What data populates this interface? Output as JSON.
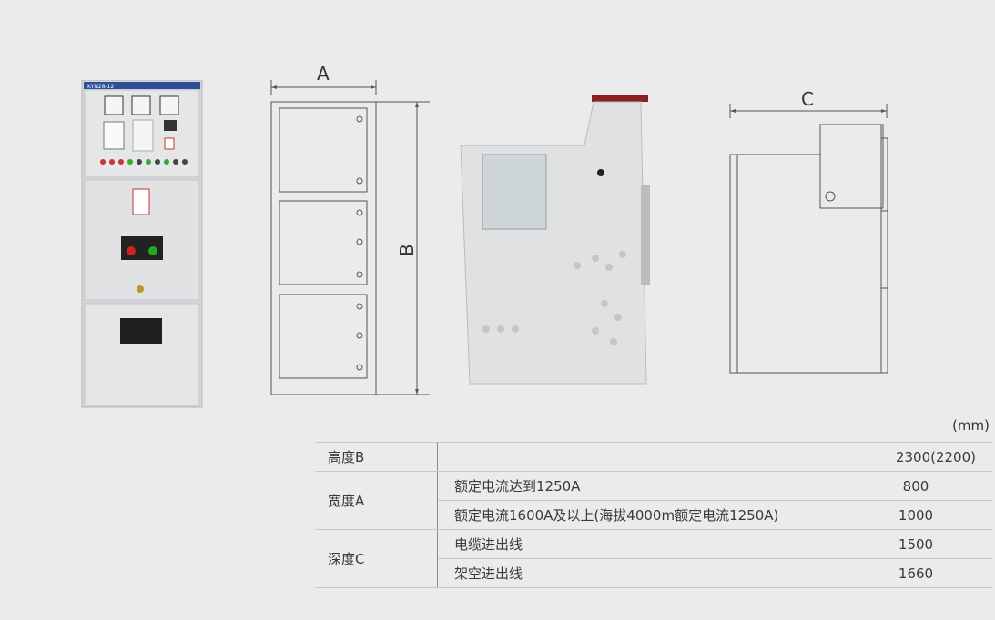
{
  "cabinet_label": "KYN28-12",
  "dimensions": {
    "a": "A",
    "b": "B",
    "c": "C"
  },
  "unit": "(mm)",
  "table": {
    "height_label": "高度B",
    "height_value": "2300(2200)",
    "width_label": "宽度A",
    "width_rows": [
      {
        "condition": "额定电流达到1250A",
        "value": "800"
      },
      {
        "condition": "额定电流1600A及以上(海拔4000m额定电流1250A)",
        "value": "1000"
      }
    ],
    "depth_label": "深度C",
    "depth_rows": [
      {
        "condition": "电缆进出线",
        "value": "1500"
      },
      {
        "condition": "架空进出线",
        "value": "1660"
      }
    ]
  }
}
